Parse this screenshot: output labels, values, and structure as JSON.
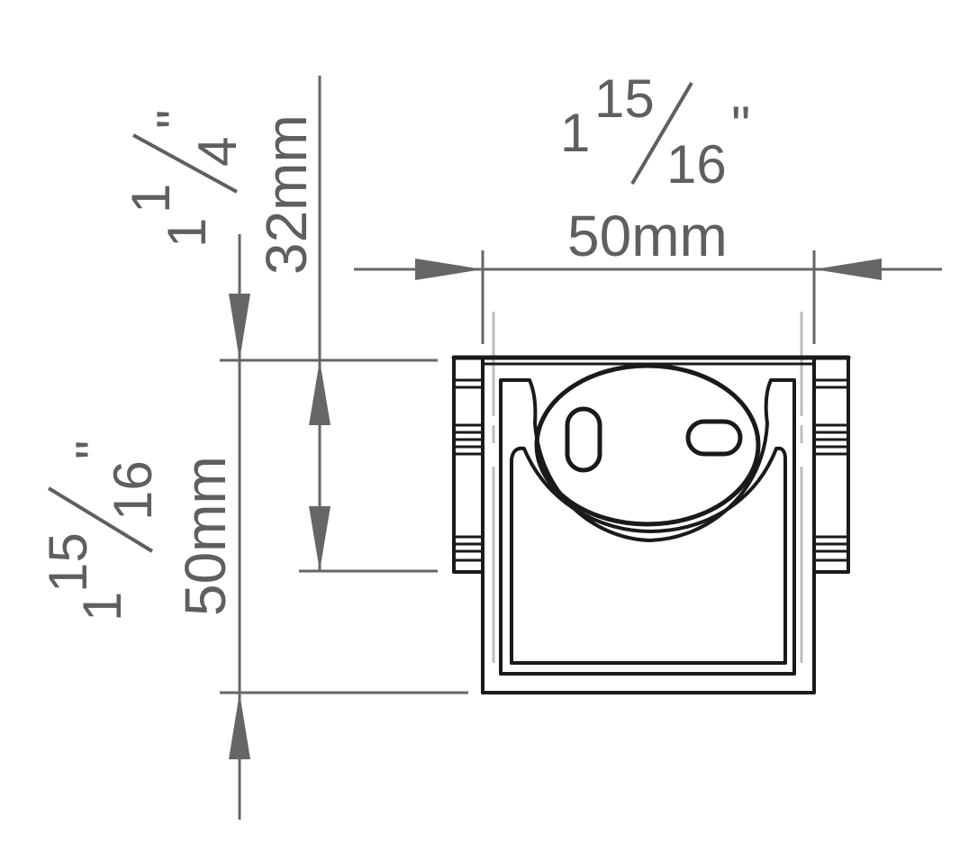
{
  "colors": {
    "dimension": "#666666",
    "dimension_text": "#5f5f5f",
    "outline": "#1a1a1a",
    "hidden": "#bdbdbd",
    "background": "#ffffff"
  },
  "dimensions": {
    "width": {
      "metric": "50mm",
      "imperial_whole": "1",
      "imperial_num": "15",
      "imperial_den": "16",
      "inch_mark": "\""
    },
    "top_offset": {
      "metric": "32mm",
      "imperial_whole": "1",
      "imperial_num": "1",
      "imperial_den": "4",
      "inch_mark": "\""
    },
    "height": {
      "metric": "50mm",
      "imperial_whole": "1",
      "imperial_num": "15",
      "imperial_den": "16",
      "inch_mark": "\""
    }
  }
}
